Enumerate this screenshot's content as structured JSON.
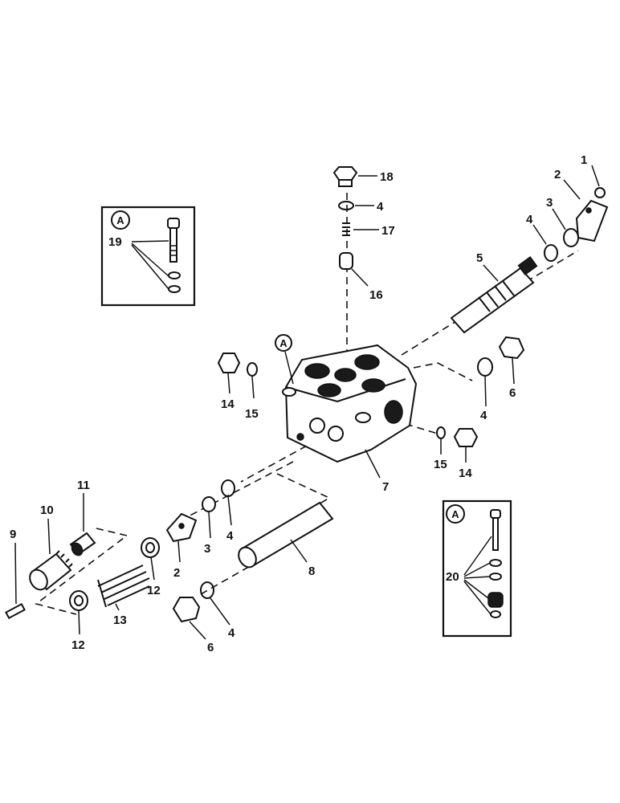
{
  "callouts": {
    "c1": "1",
    "c2_top": "2",
    "c3_top": "3",
    "c4_right": "4",
    "c5": "5",
    "c18": "18",
    "c4_top": "4",
    "c17": "17",
    "c16": "16",
    "c14_left": "14",
    "c15_left": "15",
    "c6_right": "6",
    "c4_mid": "4",
    "c15_right": "15",
    "c14_right": "14",
    "c7": "7",
    "c8": "8",
    "c9": "9",
    "c10": "10",
    "c11": "11",
    "c12_mid": "12",
    "c2_low": "2",
    "c3_low": "3",
    "c4_low": "4",
    "c13": "13",
    "c12_low": "12",
    "c6_low": "6",
    "c4_bottom": "4",
    "c19": "19",
    "c20": "20"
  },
  "detail_marker": "A"
}
